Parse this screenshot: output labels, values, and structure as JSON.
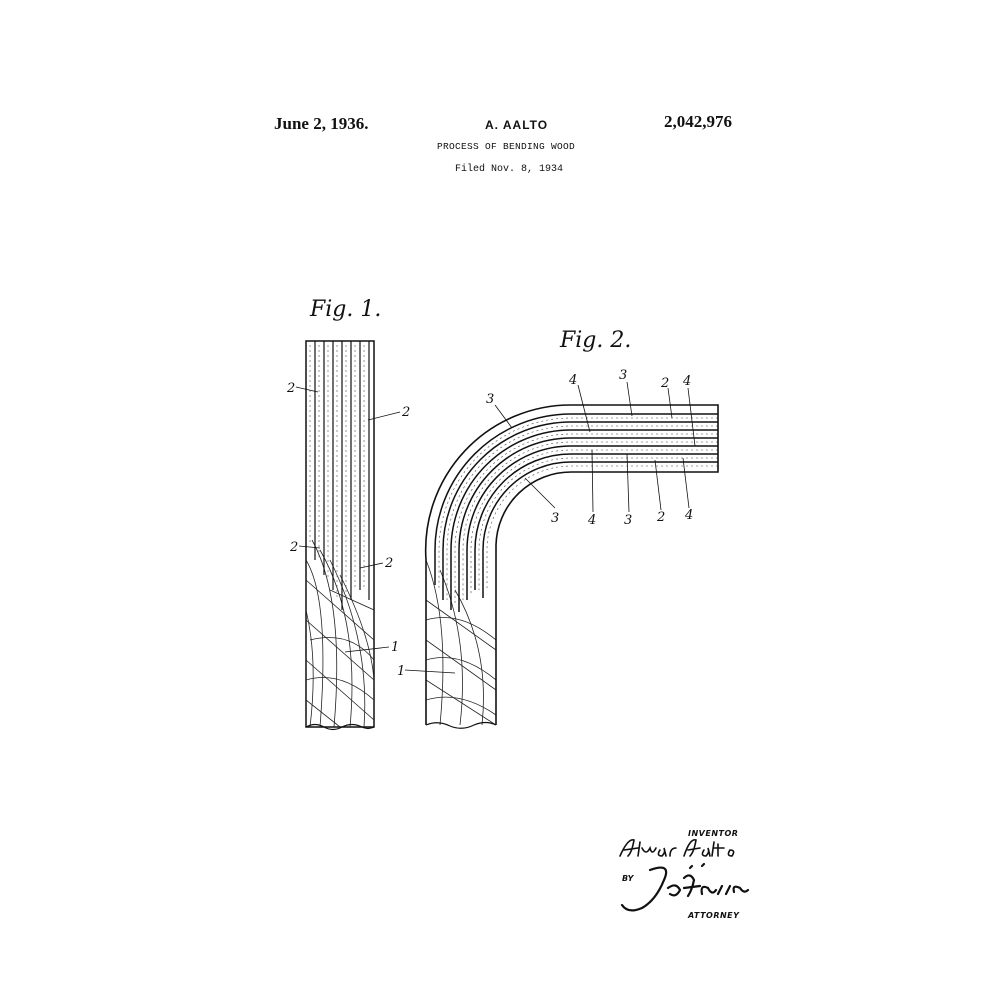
{
  "header": {
    "date": "June 2, 1936.",
    "inventor": "A. AALTO",
    "patent_number": "2,042,976",
    "title": "PROCESS OF BENDING WOOD",
    "filed": "Filed Nov. 8, 1934"
  },
  "figures": {
    "fig1": {
      "title": "Fig. 1.",
      "labels": [
        "2",
        "2",
        "2",
        "2",
        "1"
      ]
    },
    "fig2": {
      "title": "Fig. 2.",
      "labels": [
        "3",
        "4",
        "3",
        "2",
        "4",
        "3",
        "4",
        "3",
        "2",
        "4",
        "1"
      ]
    }
  },
  "signature": {
    "inventor_label": "INVENTOR",
    "by": "BY",
    "attorney_label": "ATTORNEY"
  }
}
